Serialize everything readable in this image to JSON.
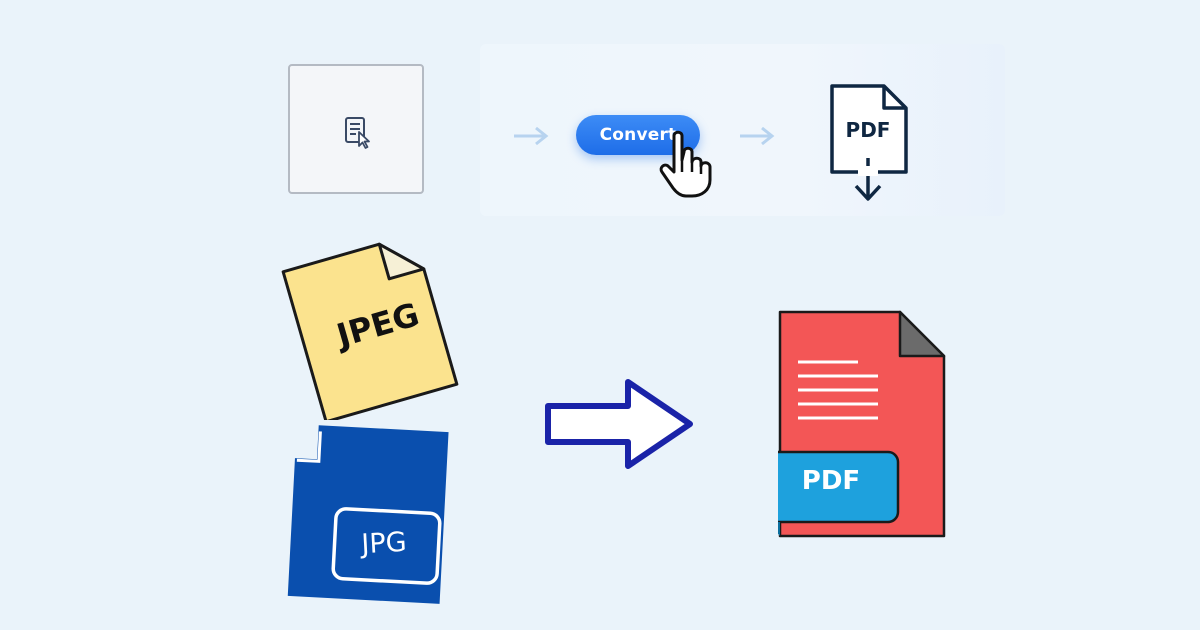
{
  "workflow": {
    "convert_button_label": "Convert",
    "pdf_download_label": "PDF",
    "icons": [
      "document-cursor-icon",
      "arrow-right-icon",
      "pointing-hand-icon",
      "pdf-download-icon"
    ]
  },
  "files": {
    "jpeg_label": "JPEG",
    "jpg_label": "JPG",
    "pdf_label": "PDF"
  },
  "colors": {
    "background": "#eaf3fa",
    "convert_button": "#1e6de8",
    "jpeg_file": "#fbe38e",
    "jpg_file": "#0a4fae",
    "pdf_file": "#f35656",
    "pdf_badge": "#1ea1dd",
    "arrow_outline": "#1a23a8"
  }
}
